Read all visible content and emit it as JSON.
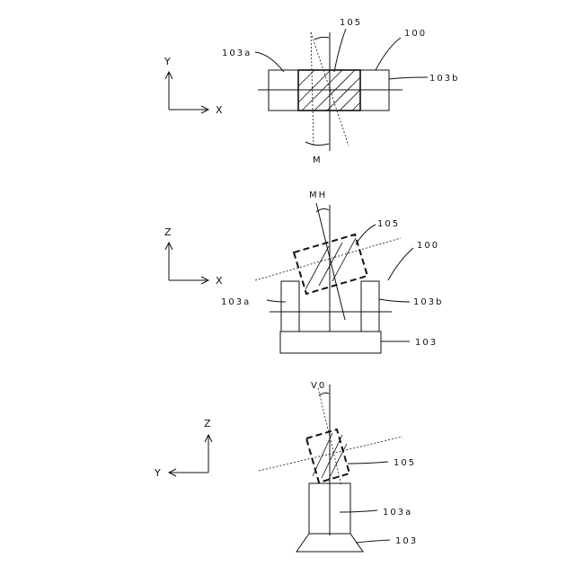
{
  "fig1": {
    "axis_v": "Y",
    "axis_h": "X",
    "ref_100": "100",
    "ref_105": "105",
    "ref_103a": "103a",
    "ref_103b": "103b",
    "ref_M": "M"
  },
  "fig2": {
    "axis_v": "Z",
    "axis_h": "X",
    "ref_MH": "MH",
    "ref_105": "105",
    "ref_100": "100",
    "ref_103a": "103a",
    "ref_103b": "103b",
    "ref_103": "103"
  },
  "fig3": {
    "axis_v": "Z",
    "axis_h": "Y",
    "ref_V0": "V0",
    "ref_105": "105",
    "ref_103a": "103a",
    "ref_103": "103"
  }
}
